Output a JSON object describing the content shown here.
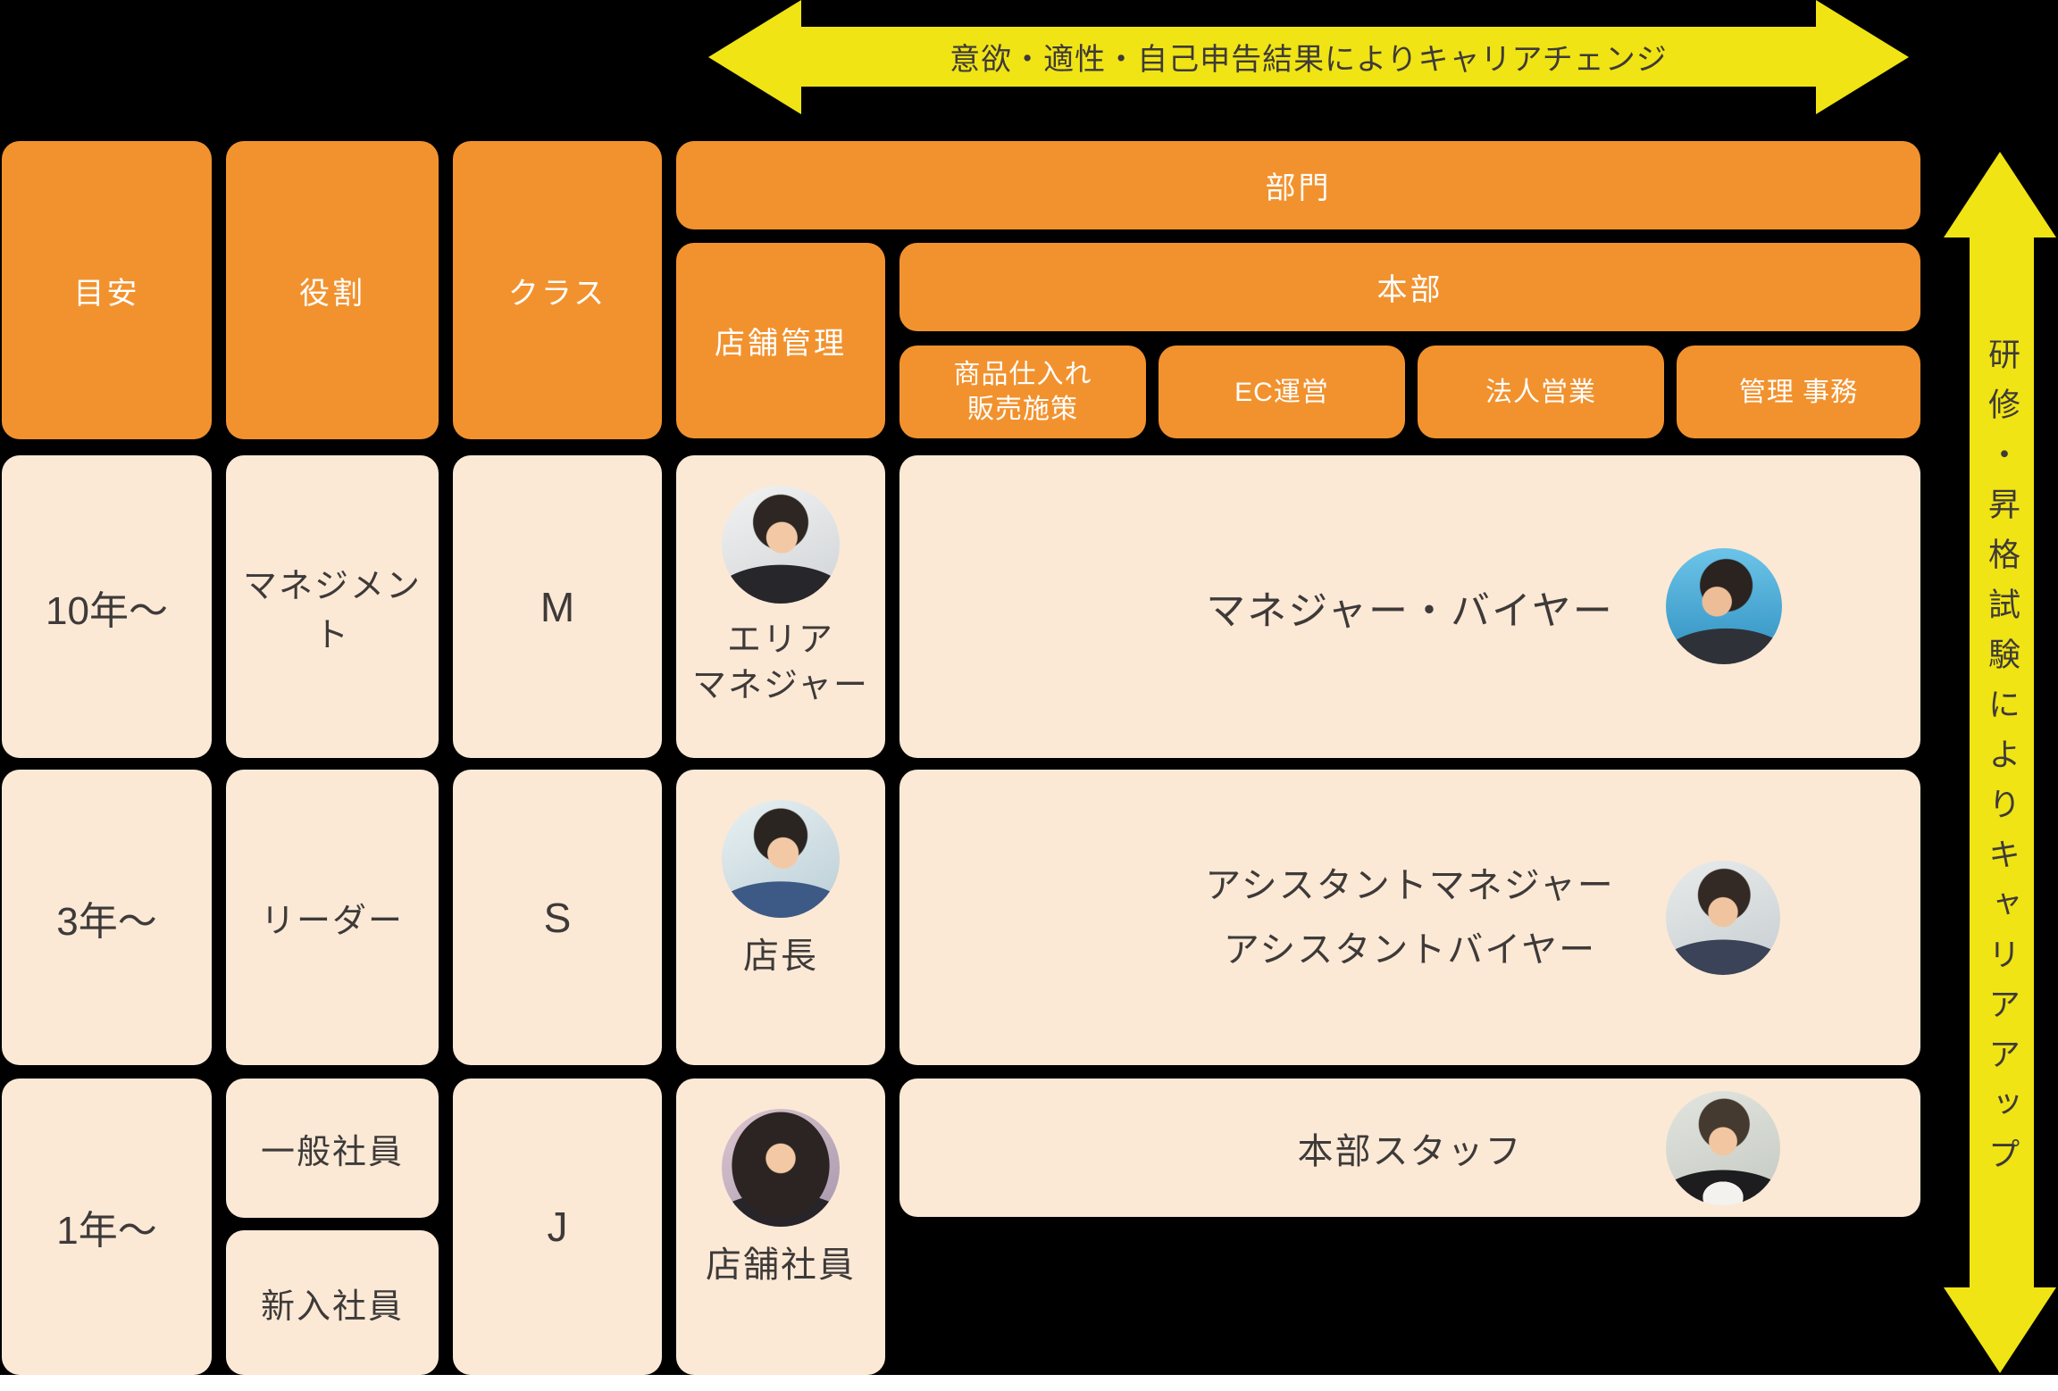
{
  "colors": {
    "orange": "#F2922E",
    "cream": "#FBE9D6",
    "yellow": "#F0E414",
    "text_dark": "#3E3A39",
    "background": "#000000",
    "header_text": "#FFFFFF"
  },
  "top_arrow": {
    "label": "意欲・適性・自己申告結果によりキャリアチェンジ"
  },
  "side_arrow": {
    "label": "研修・昇格試験によりキャリアアップ"
  },
  "header": {
    "tenure": "目安",
    "role": "役割",
    "class": "クラス",
    "department": "部門",
    "store_management": "店舗管理",
    "headquarters": "本部",
    "hq_departments": [
      "商品仕入れ\n販売施策",
      "EC運営",
      "法人営業",
      "管理 事務"
    ]
  },
  "rows": [
    {
      "tenure": "10年〜",
      "role": "マネジメント",
      "class": "M",
      "store_position": "エリア\nマネジャー",
      "hq_position": "マネジャー・バイヤー"
    },
    {
      "tenure": "3年〜",
      "role": "リーダー",
      "class": "S",
      "store_position": "店長",
      "hq_position": "アシスタントマネジャー\nアシスタントバイヤー"
    },
    {
      "tenure": "1年〜",
      "role_upper": "一般社員",
      "role_lower": "新入社員",
      "class": "J",
      "store_position": "店舗社員",
      "hq_position": "本部スタッフ"
    }
  ]
}
